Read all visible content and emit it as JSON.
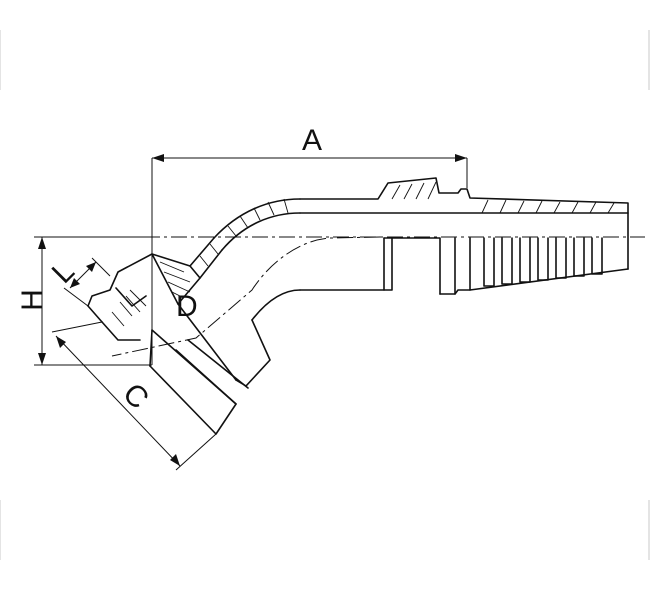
{
  "diagram": {
    "labels": {
      "a": "A",
      "h": "H",
      "l": "L",
      "d": "D",
      "c": "C"
    }
  }
}
